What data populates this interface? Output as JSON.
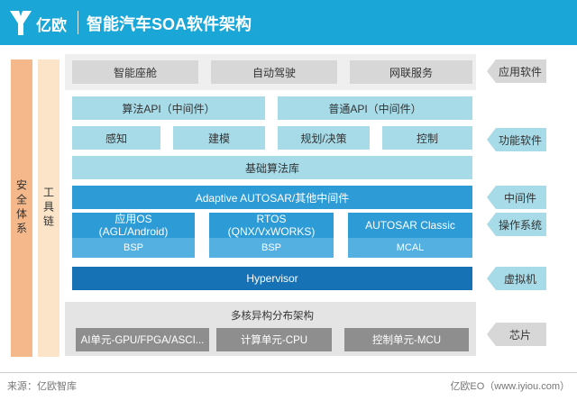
{
  "header": {
    "logo_text": "亿欧",
    "title": "智能汽车SOA软件架构"
  },
  "left_bars": {
    "safety": "安全体系",
    "toolchain": "工具链"
  },
  "layers": {
    "app": [
      "智能座舱",
      "自动驾驶",
      "网联服务"
    ],
    "algo_api": "算法API（中间件）",
    "common_api": "普通API（中间件）",
    "functions": [
      "感知",
      "建模",
      "规划/决策",
      "控制"
    ],
    "base_algo": "基础算法库",
    "adaptive": "Adaptive AUTOSAR/其他中间件",
    "os": [
      {
        "name": "应用OS",
        "detail": "(AGL/Android)",
        "sub": "BSP"
      },
      {
        "name": "RTOS",
        "detail": "(QNX/VxWORKS)",
        "sub": "BSP"
      },
      {
        "name": "AUTOSAR Classic",
        "detail": "",
        "sub": "MCAL"
      }
    ],
    "hypervisor": "Hypervisor",
    "chip_title": "多核异构分布架构",
    "chips": [
      "AI单元-GPU/FPGA/ASCI...",
      "计算单元-CPU",
      "控制单元-MCU"
    ]
  },
  "tags": {
    "app": "应用软件",
    "function": "功能软件",
    "middleware": "中间件",
    "os": "操作系统",
    "vm": "虚拟机",
    "chip": "芯片"
  },
  "footer": {
    "source": "来源：亿欧智库",
    "brand": "亿欧EO（www.iyiou.com）"
  },
  "colors": {
    "header": "#1aa6d6",
    "gray": "#d7d7d7",
    "light_blue": "#a7dbe8",
    "mid_blue": "#2d9bd6",
    "dark_blue": "#1672b4",
    "orange": "#f5b88a",
    "light_orange": "#fbe4c8"
  }
}
